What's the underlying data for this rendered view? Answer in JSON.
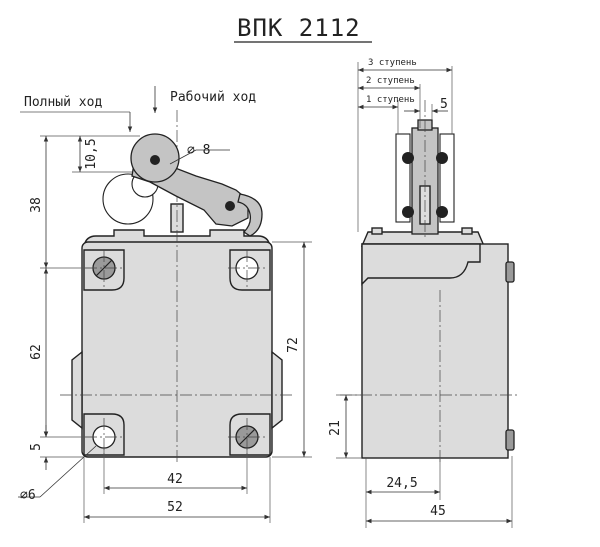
{
  "title": "ВПК 2112",
  "labels": {
    "full_travel": "Полный ход",
    "working_travel": "Рабочий ход",
    "stage_1": "1 ступень",
    "stage_2": "2 ступень",
    "stage_3": "3 ступень"
  },
  "dimensions": {
    "roller_offset": "10,5",
    "roller_diameter": "∅ 8",
    "height_38": "38",
    "height_62": "62",
    "height_72": "72",
    "height_5": "5",
    "hole_diameter": "∅6",
    "hole_spacing": "42",
    "width_52": "52",
    "side_21": "21",
    "side_24_5": "24,5",
    "side_45": "45",
    "side_5": "5"
  },
  "colors": {
    "body_fill": "#dcdcdc",
    "lever_fill": "#c4c4c4",
    "line": "#222222"
  }
}
